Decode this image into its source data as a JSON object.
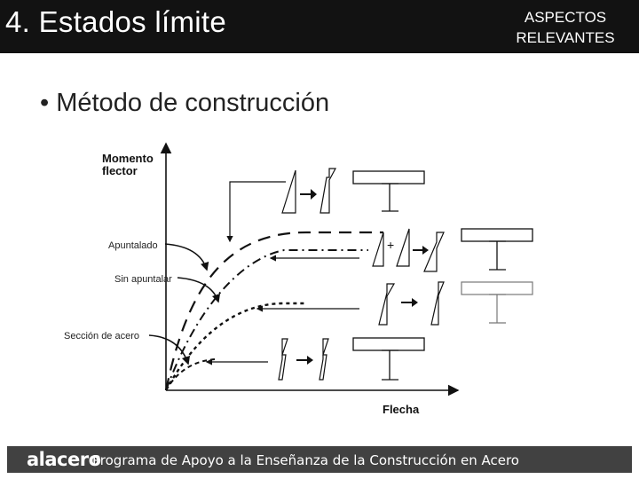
{
  "header": {
    "title": "4. Estados límite",
    "right_line1": "ASPECTOS",
    "right_line2": "RELEVANTES"
  },
  "main": {
    "bullet": "Método de construcción"
  },
  "diagram": {
    "y_axis_line1": "Momento",
    "y_axis_line2": "flector",
    "x_axis": "Flecha",
    "curve_labels": [
      "Apuntalado",
      "Sin apuntalar",
      "Sección de acero"
    ]
  },
  "footer": {
    "logo": "alacero",
    "text": "Programa de Apoyo a la Enseñanza de la Construcción en Acero"
  }
}
